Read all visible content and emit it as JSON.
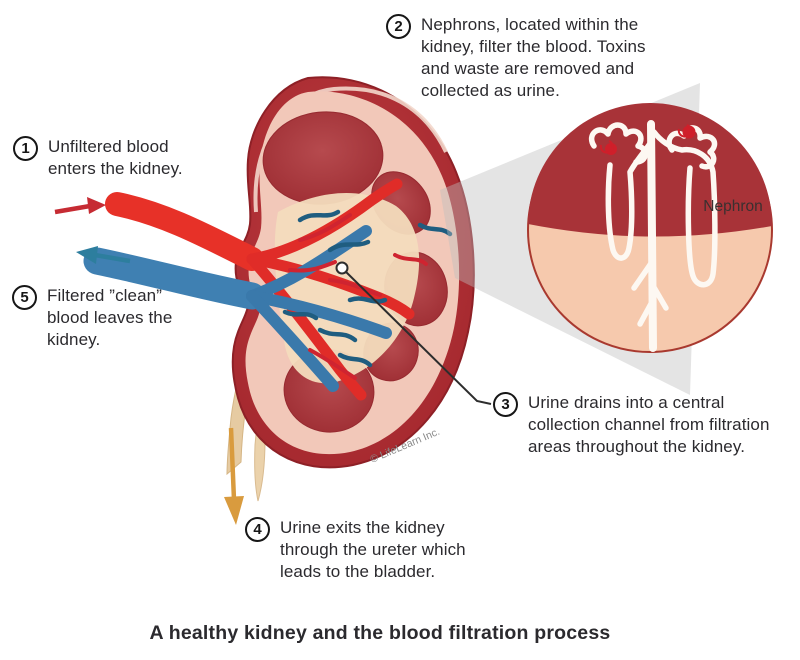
{
  "title": "A healthy kidney and the blood filtration process",
  "watermark": "© LifeLearn Inc.",
  "inset": {
    "label": "Nephron"
  },
  "callouts": {
    "c1": {
      "number": "1",
      "text": "Unfiltered blood enters the kidney."
    },
    "c2": {
      "number": "2",
      "text": "Nephrons, located within the kidney, filter the blood. Toxins and waste are removed and collected as urine."
    },
    "c3": {
      "number": "3",
      "text": "Urine drains into a central collection channel from filtration areas throughout the kidney."
    },
    "c4": {
      "number": "4",
      "text": "Urine exits the kidney through the ureter which leads to the bladder."
    },
    "c5": {
      "number": "5",
      "text": "Filtered ”clean” blood leaves the kidney."
    }
  },
  "colors": {
    "artery_red": "#e73128",
    "vein_blue": "#3f80b2",
    "arrow_red": "#c62b33",
    "arrow_teal": "#2d7e9e",
    "arrow_orange": "#d99b3e",
    "kidney_rim": "#ae2b31",
    "cortex_pink": "#f2c8b9",
    "pyramid_red": "#a2303六",
    "sinus_tan": "#f3dcbd",
    "ureter_tan": "#ead0a8",
    "inset_top_red": "#a83338",
    "inset_bottom_peach": "#f6c9ad",
    "text_dark": "#2b2a2e",
    "watermark_gray": "#8a8a8a"
  }
}
